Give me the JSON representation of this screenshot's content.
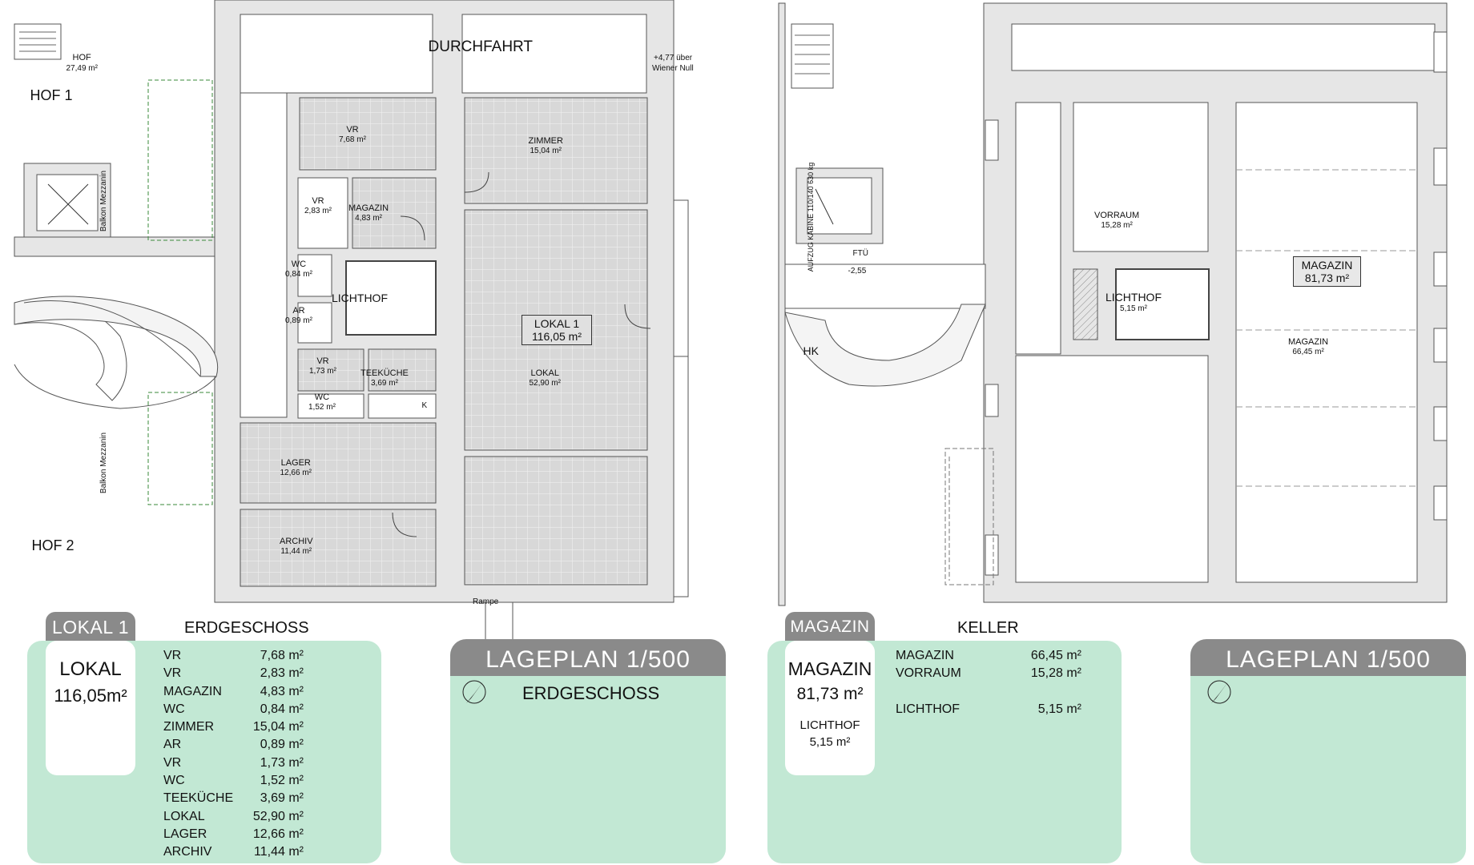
{
  "ground_floor": {
    "hof1_label": "HOF",
    "hof1_area": "27,49 m²",
    "hof1_title": "HOF 1",
    "hof2_title": "HOF 2",
    "durchfahrt": "DURCHFAHRT",
    "elevation_note_1": "+4,77 über",
    "elevation_note_2": "Wiener Null",
    "balkon_1": "Balkon Mezzanin",
    "balkon_2": "Balkon Mezzanin",
    "rampe": "Rampe",
    "lichthof": "LICHTHOF",
    "k_label": "K",
    "lokal_box_name": "LOKAL 1",
    "lokal_box_area": "116,05 m²",
    "rooms": [
      {
        "name": "VR",
        "area": "7,68 m²"
      },
      {
        "name": "ZIMMER",
        "area": "15,04 m²"
      },
      {
        "name": "VR",
        "area": "2,83 m²"
      },
      {
        "name": "MAGAZIN",
        "area": "4,83 m²"
      },
      {
        "name": "WC",
        "area": "0,84 m²"
      },
      {
        "name": "AR",
        "area": "0,89 m²"
      },
      {
        "name": "VR",
        "area": "1,73 m²"
      },
      {
        "name": "TEEKÜCHE",
        "area": "3,69 m²"
      },
      {
        "name": "WC",
        "area": "1,52 m²"
      },
      {
        "name": "LOKAL",
        "area": "52,90 m²"
      },
      {
        "name": "LAGER",
        "area": "12,66 m²"
      },
      {
        "name": "ARCHIV",
        "area": "11,44 m²"
      }
    ]
  },
  "basement": {
    "elevator_text": "AUFZUG KABINE 110/140 630 kg",
    "fti_label": "FTÜ",
    "level": "-2,55",
    "hk": "HK",
    "vorraum_name": "VORRAUM",
    "vorraum_area": "15,28 m²",
    "lichthof_name": "LICHTHOF",
    "lichthof_area": "5,15 m²",
    "magazin_box_name": "MAGAZIN",
    "magazin_box_area": "81,73 m²",
    "magazin_name": "MAGAZIN",
    "magazin_area": "66,45 m²"
  },
  "legend_left": {
    "tag": "LOKAL 1",
    "title": "ERDGESCHOSS",
    "box_name": "LOKAL",
    "box_area": "116,05m²",
    "items": [
      {
        "name": "VR",
        "area": "7,68 m²"
      },
      {
        "name": "VR",
        "area": "2,83 m²"
      },
      {
        "name": "MAGAZIN",
        "area": "4,83 m²"
      },
      {
        "name": "WC",
        "area": "0,84 m²"
      },
      {
        "name": "ZIMMER",
        "area": "15,04 m²"
      },
      {
        "name": "AR",
        "area": "0,89 m²"
      },
      {
        "name": "VR",
        "area": "1,73 m²"
      },
      {
        "name": "WC",
        "area": "1,52 m²"
      },
      {
        "name": "TEEKÜCHE",
        "area": "3,69 m²"
      },
      {
        "name": "LOKAL",
        "area": "52,90 m²"
      },
      {
        "name": "LAGER",
        "area": "12,66 m²"
      },
      {
        "name": "ARCHIV",
        "area": "11,44 m²"
      }
    ]
  },
  "lageplan_left": {
    "title": "LAGEPLAN 1/500",
    "subtitle": "ERDGESCHOSS"
  },
  "legend_right": {
    "tag": "MAGAZIN",
    "title": "KELLER",
    "box_name": "MAGAZIN",
    "box_area": "81,73 m²",
    "box_sub_name": "LICHTHOF",
    "box_sub_area": "5,15 m²",
    "items": [
      {
        "name": "MAGAZIN",
        "area": "66,45 m²"
      },
      {
        "name": "VORRAUM",
        "area": "15,28 m²"
      },
      {
        "name": "LICHTHOF",
        "area": "5,15 m²"
      }
    ]
  },
  "lageplan_right": {
    "title": "LAGEPLAN 1/500"
  },
  "colors": {
    "panel": "#c2e8d4",
    "tag": "#8a8a8a",
    "room_fill": "#d9d9d9",
    "wall_fill": "#e6e6e6",
    "grid_line": "#ffffff"
  }
}
